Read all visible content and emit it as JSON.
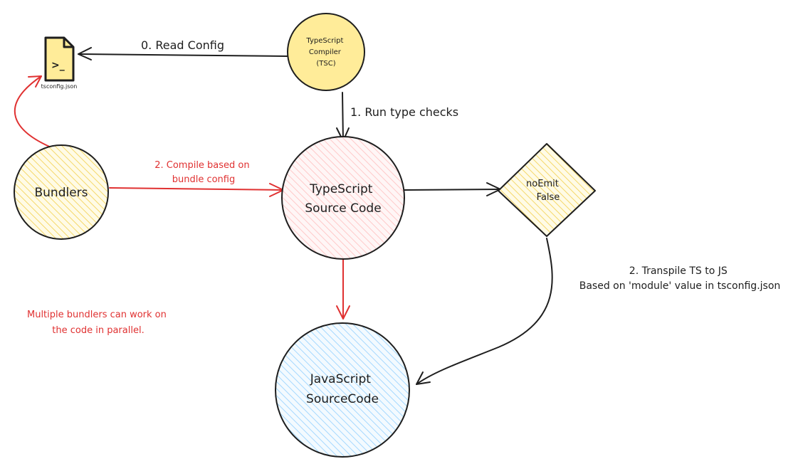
{
  "nodes": {
    "tsconfig": {
      "label": "tsconfig.json",
      "icon": "terminal-file-icon",
      "glyph": ">_"
    },
    "tsc": {
      "lines": [
        "TypeScript",
        "Compiler",
        "(TSC)"
      ]
    },
    "ts_source": {
      "lines": [
        "TypeScript",
        "Source Code"
      ]
    },
    "bundlers": {
      "label": "Bundlers"
    },
    "noemit": {
      "lines": [
        "noEmit",
        "False"
      ]
    },
    "js_source": {
      "lines": [
        "JavaScript",
        "SourceCode"
      ]
    }
  },
  "edges": {
    "read_config": "0. Read Config",
    "type_checks": "1. Run type checks",
    "compile": [
      "2. Compile based on",
      "bundle config"
    ],
    "transpile": [
      "2. Transpile TS to JS",
      "Based on 'module' value in tsconfig.json"
    ]
  },
  "note": [
    "Multiple bundlers can work on",
    "the code in parallel."
  ],
  "colors": {
    "stroke": "#1e1e1e",
    "yellow_fill": "#ffec99",
    "yellow_hatch": "#f5d86a",
    "pink_hatch": "#ffc9c9",
    "blue_hatch": "#a5d8ff",
    "red": "#e03131"
  }
}
